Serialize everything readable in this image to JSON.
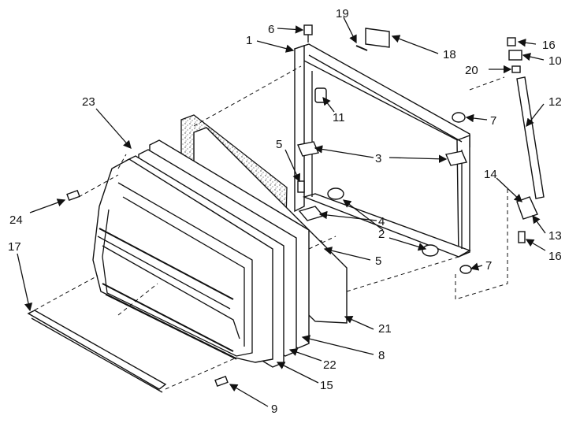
{
  "diagram": {
    "callouts": [
      {
        "id": "c1",
        "text": "1"
      },
      {
        "id": "c2",
        "text": "2"
      },
      {
        "id": "c3",
        "text": "3"
      },
      {
        "id": "c4",
        "text": "4"
      },
      {
        "id": "c5a",
        "text": "5"
      },
      {
        "id": "c5b",
        "text": "5"
      },
      {
        "id": "c6",
        "text": "6"
      },
      {
        "id": "c7a",
        "text": "7"
      },
      {
        "id": "c7b",
        "text": "7"
      },
      {
        "id": "c8",
        "text": "8"
      },
      {
        "id": "c9",
        "text": "9"
      },
      {
        "id": "c10",
        "text": "10"
      },
      {
        "id": "c11",
        "text": "11"
      },
      {
        "id": "c12",
        "text": "12"
      },
      {
        "id": "c13",
        "text": "13"
      },
      {
        "id": "c14",
        "text": "14"
      },
      {
        "id": "c15",
        "text": "15"
      },
      {
        "id": "c16a",
        "text": "16"
      },
      {
        "id": "c16b",
        "text": "16"
      },
      {
        "id": "c17",
        "text": "17"
      },
      {
        "id": "c18",
        "text": "18"
      },
      {
        "id": "c19",
        "text": "19"
      },
      {
        "id": "c20",
        "text": "20"
      },
      {
        "id": "c21",
        "text": "21"
      },
      {
        "id": "c22",
        "text": "22"
      },
      {
        "id": "c23",
        "text": "23"
      },
      {
        "id": "c24",
        "text": "24"
      }
    ]
  }
}
